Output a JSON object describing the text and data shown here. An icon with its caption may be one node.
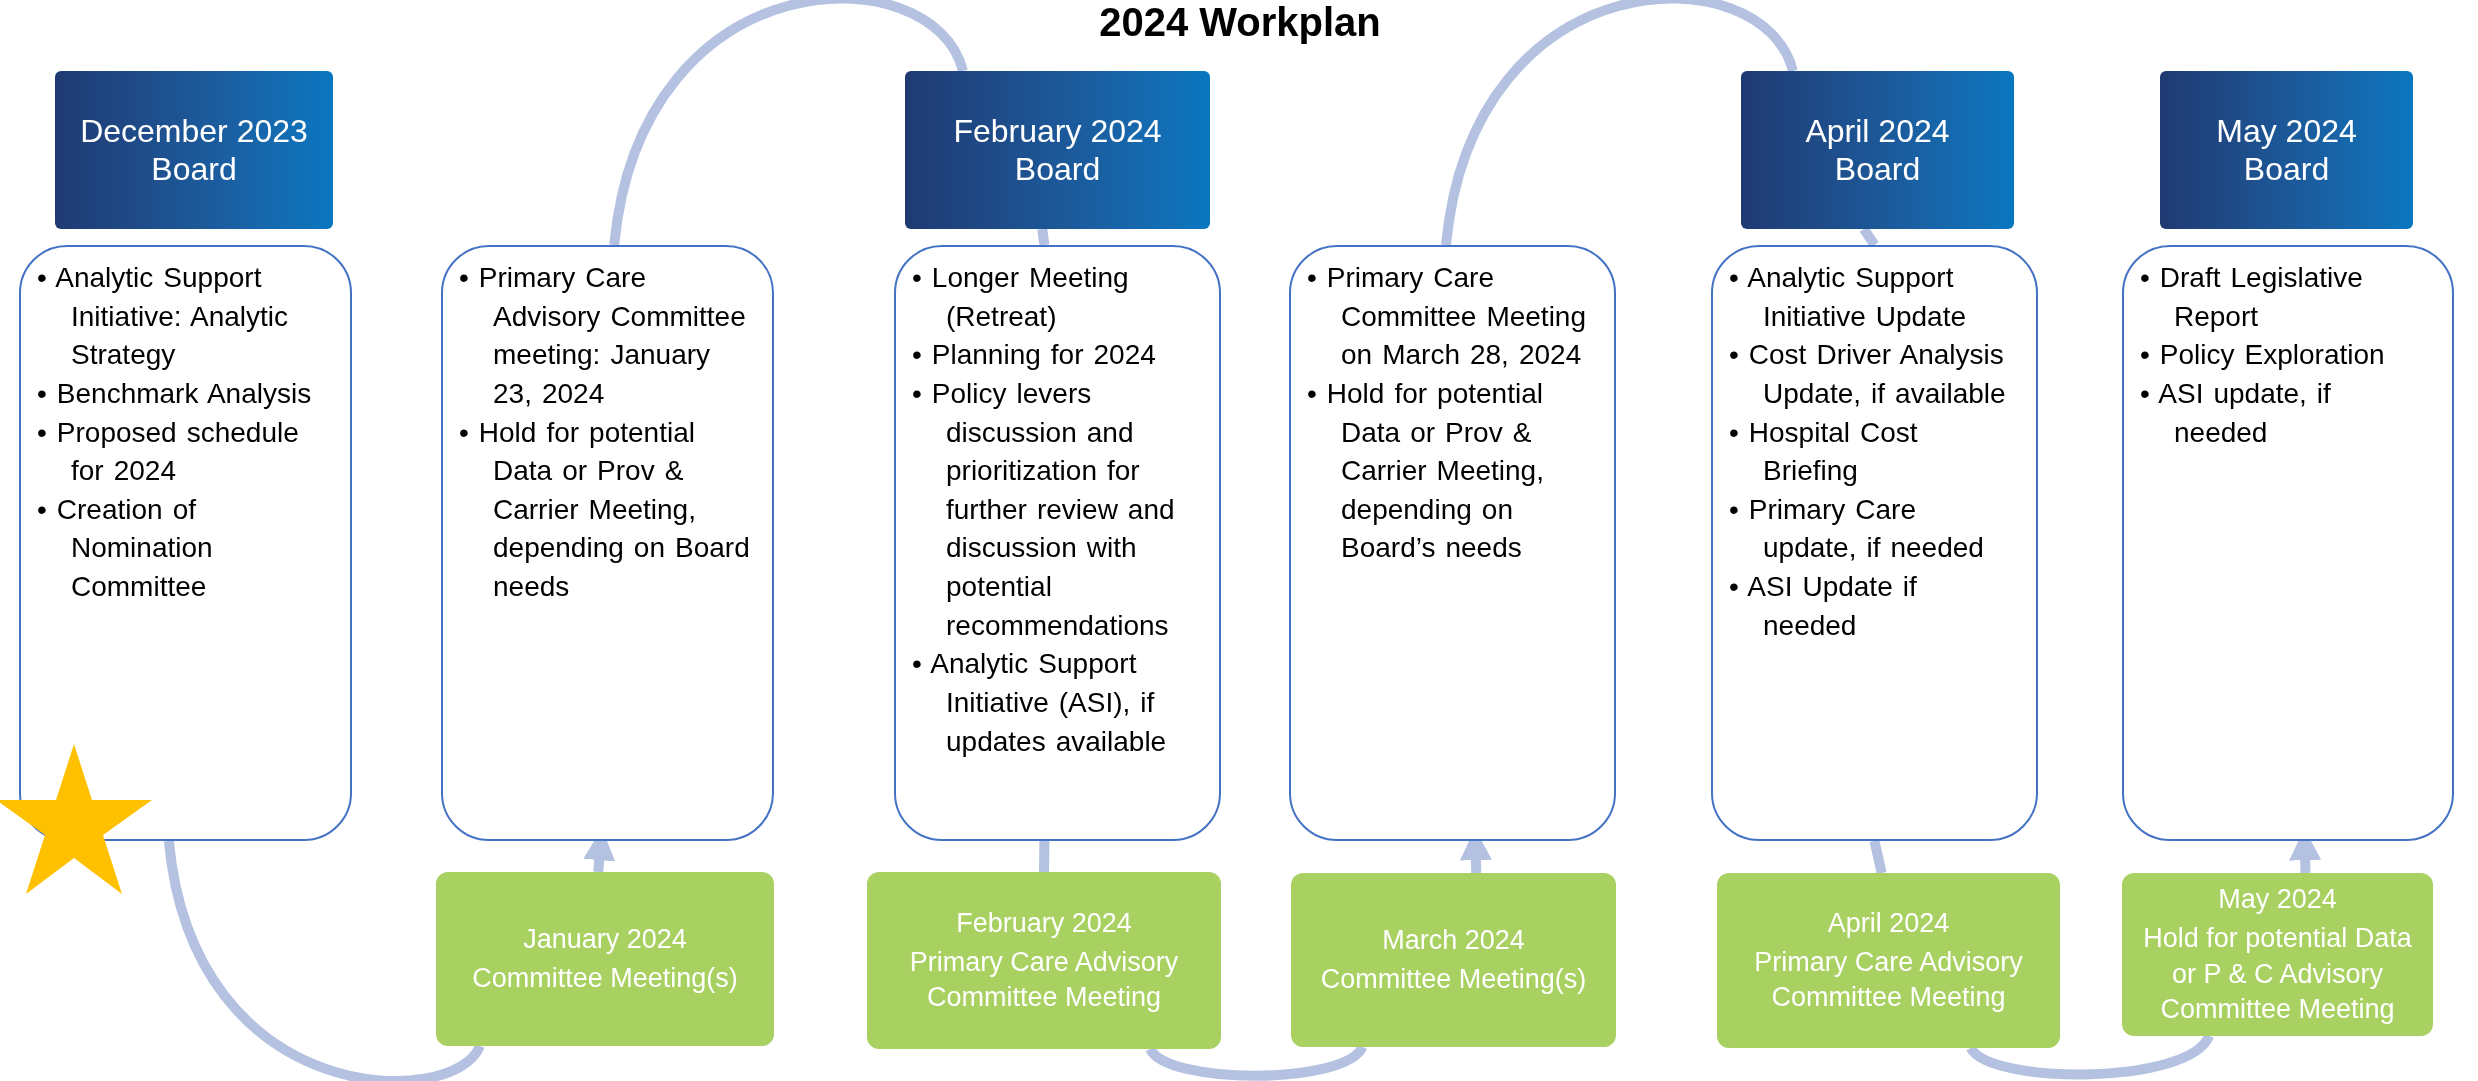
{
  "diagram": {
    "title": "2024 Workplan",
    "nodes": [
      {
        "text": [
          "December 2023 Board"
        ]
      },
      {
        "text": [
          "February 2024 Board"
        ]
      },
      {
        "text": [
          "April 2024 Board"
        ]
      },
      {
        "text": [
          "May 2024 Board"
        ]
      },
      {
        "text": [
          "• Analytic Support Initiative: Analytic Strategy",
          "• Benchmark Analysis",
          "• Proposed schedule for 2024",
          "• Creation of Nomination Committee"
        ]
      },
      {
        "text": [
          "• Primary Care Advisory Committee meeting: January 23, 2024",
          "• Hold for potential Data or Prov & Carrier Meeting, depending on Board needs"
        ]
      },
      {
        "text": [
          "• Longer Meeting (Retreat)",
          "• Planning for 2024",
          "• Policy levers discussion and prioritization for further review and discussion with potential recommendations",
          "• Analytic Support Initiative (ASI), if updates available"
        ]
      },
      {
        "text": [
          "• Primary Care Committee Meeting on March 28, 2024",
          "• Hold for potential Data or Prov & Carrier Meeting, depending on Board’s needs"
        ]
      },
      {
        "text": [
          "• Analytic Support Initiative Update",
          "• Cost Driver Analysis Update, if available",
          "• Hospital Cost Briefing",
          "• Primary Care update, if needed",
          "• ASI Update if needed"
        ]
      },
      {
        "text": [
          "• Draft Legislative Report",
          "• Policy Exploration",
          "• ASI update, if needed"
        ]
      },
      {
        "text": [
          "January 2024",
          "Committee Meeting(s)"
        ]
      },
      {
        "text": [
          "February 2024",
          "Primary Care Advisory Committee Meeting"
        ]
      },
      {
        "text": [
          "March 2024",
          "Committee Meeting(s)"
        ]
      },
      {
        "text": [
          "April 2024",
          "Primary Care Advisory Committee Meeting"
        ]
      },
      {
        "text": [
          "May 2024",
          "Hold for potential Data or P & C Advisory Committee Meeting"
        ]
      }
    ],
    "edges": [
      {
        "from": 4,
        "to": 10,
        "arrow": "none"
      },
      {
        "from": 10,
        "to": 5,
        "arrow": "to"
      },
      {
        "from": 5,
        "to": 1,
        "arrow": "none"
      },
      {
        "from": 1,
        "to": 6,
        "arrow": "none"
      },
      {
        "from": 6,
        "to": 11,
        "arrow": "none"
      },
      {
        "from": 11,
        "to": 12,
        "arrow": "none"
      },
      {
        "from": 12,
        "to": 7,
        "arrow": "to"
      },
      {
        "from": 7,
        "to": 2,
        "arrow": "none"
      },
      {
        "from": 2,
        "to": 8,
        "arrow": "none"
      },
      {
        "from": 8,
        "to": 13,
        "arrow": "none"
      },
      {
        "from": 13,
        "to": 14,
        "arrow": "none"
      },
      {
        "from": 14,
        "to": 9,
        "arrow": "to"
      }
    ]
  }
}
